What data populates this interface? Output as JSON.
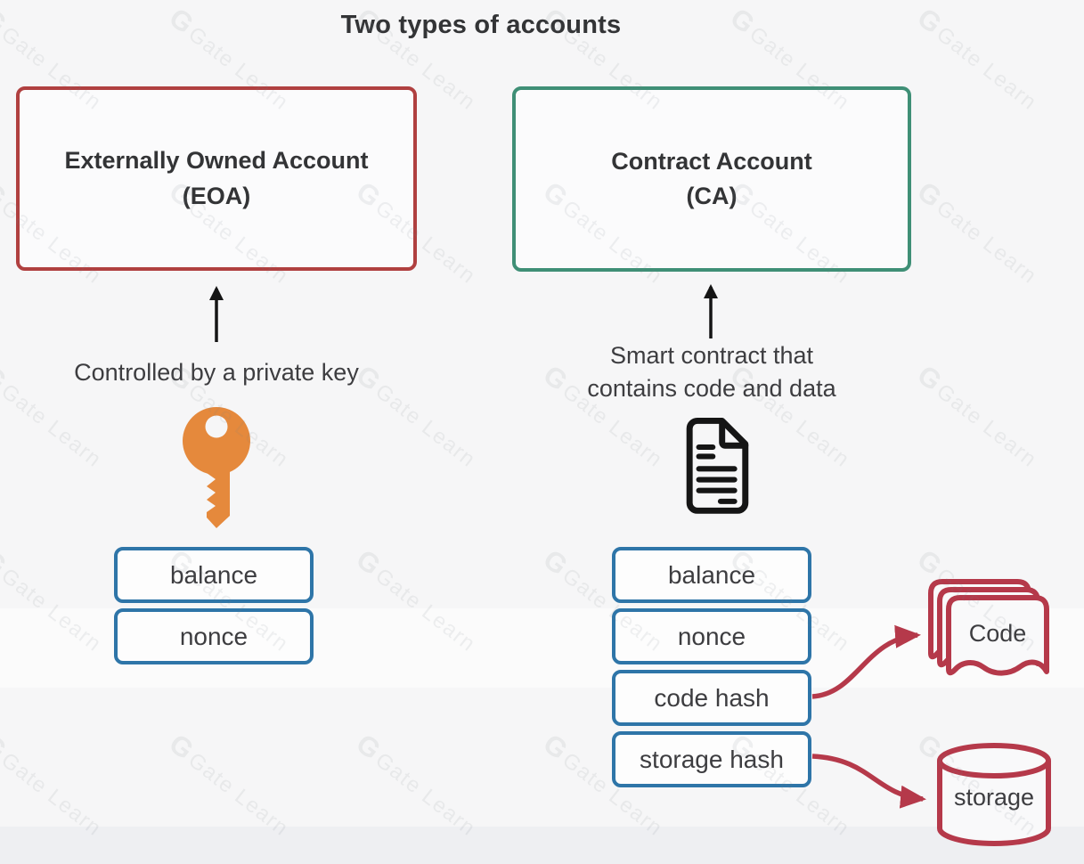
{
  "title": "Two types of accounts",
  "watermark": {
    "logo": "G",
    "text": "Gate Learn"
  },
  "colors": {
    "eoa_border": "#b04040",
    "ca_border": "#3f8f76",
    "field_border": "#2e75a8",
    "key_orange": "#e5893c",
    "doc_black": "#151515",
    "arrow_red": "#b5394a",
    "arrow_black": "#151515",
    "text": "#38383a"
  },
  "eoa": {
    "title": "Externally Owned Account",
    "subtitle": "(EOA)",
    "caption": "Controlled by a private key",
    "fields": [
      "balance",
      "nonce"
    ]
  },
  "ca": {
    "title": "Contract Account",
    "subtitle": "(CA)",
    "caption_line1": "Smart contract that",
    "caption_line2": "contains code and data",
    "fields": [
      "balance",
      "nonce",
      "code hash",
      "storage hash"
    ]
  },
  "code": {
    "label": "Code"
  },
  "storage": {
    "label": "storage"
  }
}
